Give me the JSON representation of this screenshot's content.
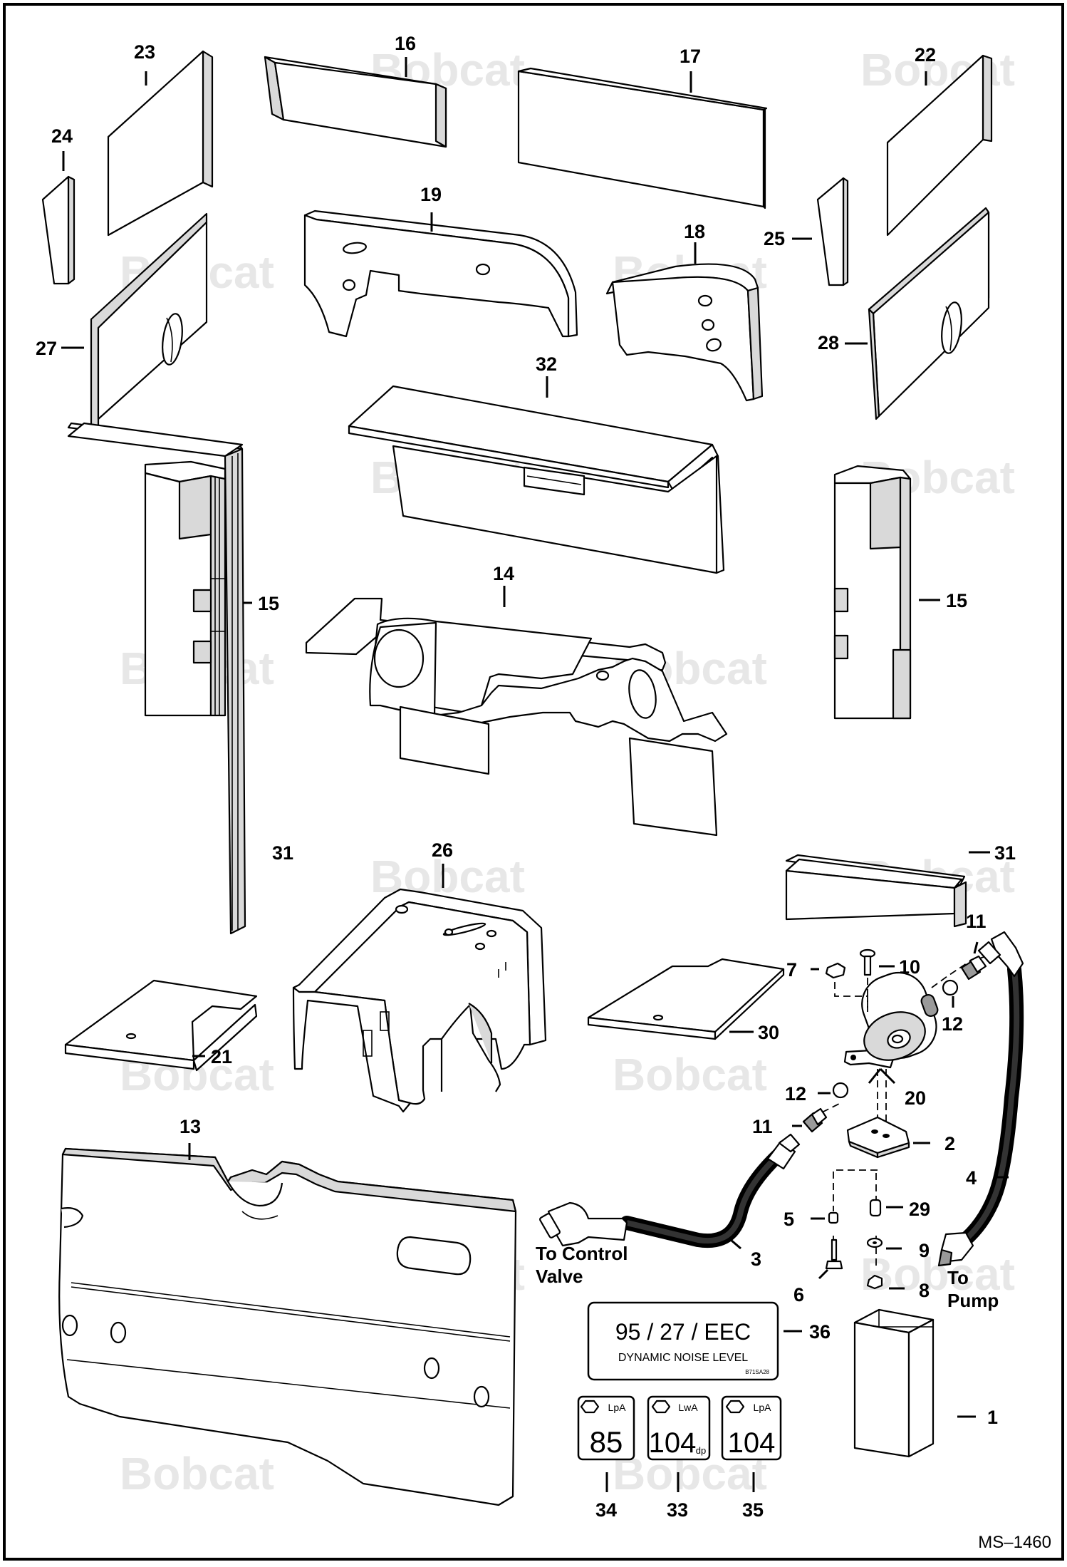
{
  "diagram": {
    "border_color": "#000000",
    "watermark": {
      "text": "Bobcat",
      "color": "#e7e7e7",
      "count": 16
    },
    "callouts": [
      "23",
      "16",
      "17",
      "22",
      "24",
      "19",
      "18",
      "25",
      "27",
      "28",
      "32",
      "15",
      "14",
      "15",
      "31",
      "26",
      "31",
      "11",
      "7",
      "10",
      "12",
      "20",
      "21",
      "30",
      "12",
      "11",
      "2",
      "13",
      "4",
      "5",
      "29",
      "3",
      "9",
      "6",
      "8",
      "36",
      "1",
      "34",
      "33",
      "35"
    ],
    "labels": {
      "control_valve_line1": "To Control",
      "control_valve_line2": "Valve",
      "pump_line1": "To",
      "pump_line2": "Pump"
    },
    "decals": {
      "eec": {
        "title": "95 / 27 / EEC",
        "subtitle": "DYNAMIC NOISE LEVEL",
        "code": "B71SA28"
      },
      "lpa_85": {
        "tag": "LpA",
        "value": "85"
      },
      "lwa_104": {
        "tag": "LwA",
        "value": "104",
        "suffix": "dp"
      },
      "lpa_104": {
        "tag": "LpA",
        "value": "104"
      }
    },
    "drawing_id": "MS–1460"
  }
}
